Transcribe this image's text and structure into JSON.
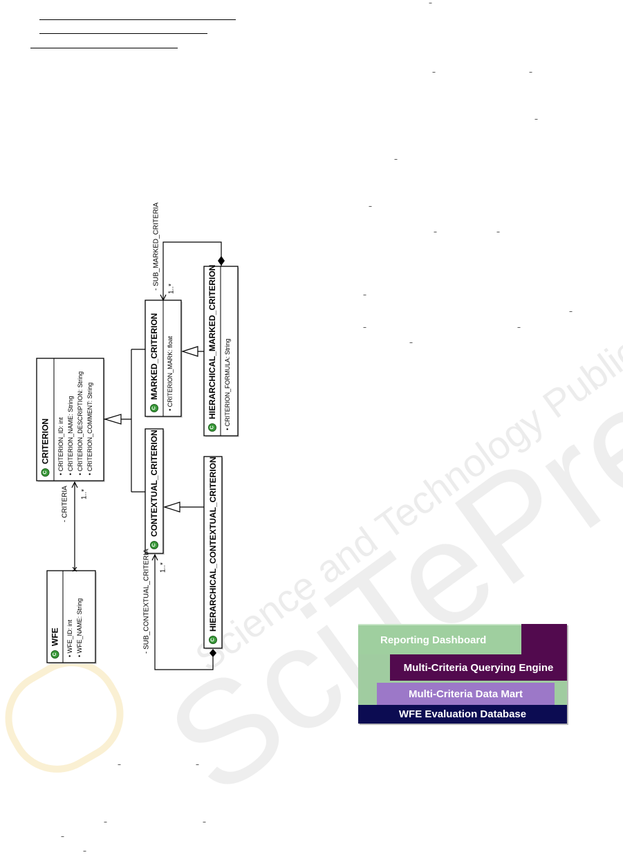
{
  "uml": {
    "classes": {
      "wfe": {
        "name": "WFE",
        "attrs": [
          "WFE_ID: int",
          "WFE_NAME: String"
        ]
      },
      "criterion": {
        "name": "CRITERION",
        "attrs": [
          "CRITERION_ID: int",
          "CRITERION_NAME: String",
          "CRITERION_DESCRIPTION: String",
          "CRITERION_COMMENT: String"
        ]
      },
      "contextual": {
        "name": "CONTEXTUAL_CRITERION",
        "attrs": []
      },
      "hier_contextual": {
        "name": "HIERARCHICAL_CONTEXTUAL_CRITERION",
        "attrs": []
      },
      "marked": {
        "name": "MARKED_CRITERION",
        "attrs": [
          "CRITERION_MARK: float"
        ]
      },
      "hier_marked": {
        "name": "HIERARCHICAL_MARKED_CRITERION",
        "attrs": [
          "CRITERION_FORMULA: String"
        ]
      }
    },
    "roles": {
      "criteria": "- CRITERIA",
      "criteria_mult": "1..*",
      "sub_contextual": "- SUB_CONTEXTUAL_CRITERIA",
      "sub_contextual_mult": "1..*",
      "sub_marked": "- SUB_MARKED_CRITERIA",
      "sub_marked_mult": "1..*"
    },
    "class_icon_color": "#3a9a3a"
  },
  "architecture": {
    "layers": [
      {
        "label": "Reporting Dashboard",
        "color": "#9fcf9f"
      },
      {
        "label": "Multi-Criteria Querying Engine",
        "color": "#520a4e"
      },
      {
        "label": "Multi-Criteria Data Mart",
        "color": "#9c78c8"
      },
      {
        "label": "WFE Evaluation Database",
        "color": "#0c0c52"
      }
    ]
  },
  "watermark": {
    "main": "SciTePress",
    "sub": "Science and Technology Publications"
  }
}
